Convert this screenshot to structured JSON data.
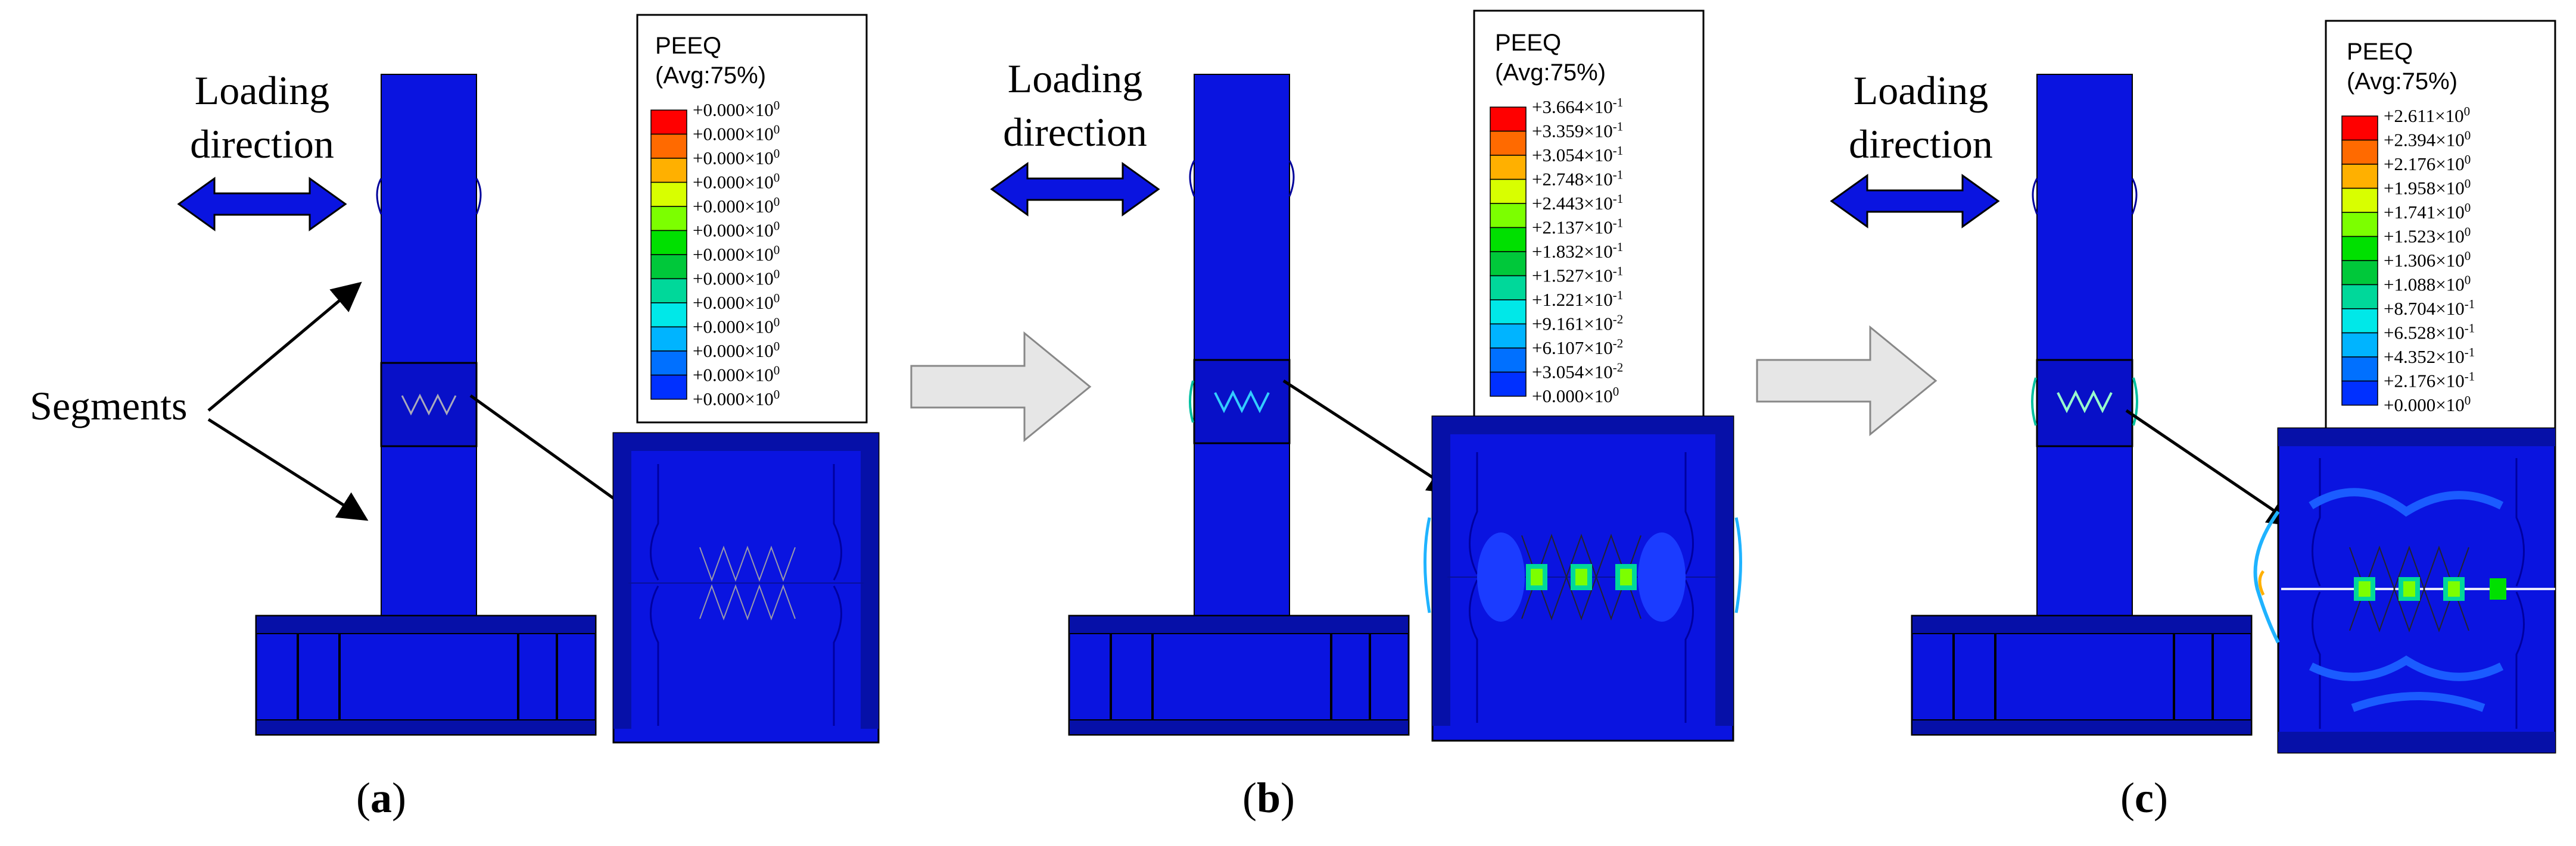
{
  "figure": {
    "annotations": {
      "loading_line1": "Loading",
      "loading_line2": "direction",
      "segments": "Segments"
    },
    "panels": [
      {
        "label_open": "(",
        "label_letter": "a",
        "label_close": ")",
        "legend_title": "PEEQ",
        "legend_subtitle": "(Avg:75%)",
        "legend_values": [
          "+0.000×10",
          "+0.000×10",
          "+0.000×10",
          "+0.000×10",
          "+0.000×10",
          "+0.000×10",
          "+0.000×10",
          "+0.000×10",
          "+0.000×10",
          "+0.000×10",
          "+0.000×10",
          "+0.000×10",
          "+0.000×10"
        ],
        "legend_exponents": [
          "0",
          "0",
          "0",
          "0",
          "0",
          "0",
          "0",
          "0",
          "0",
          "0",
          "0",
          "0",
          "0"
        ]
      },
      {
        "label_open": "(",
        "label_letter": "b",
        "label_close": ")",
        "legend_title": "PEEQ",
        "legend_subtitle": "(Avg:75%)",
        "legend_values": [
          "+3.664×10",
          "+3.359×10",
          "+3.054×10",
          "+2.748×10",
          "+2.443×10",
          "+2.137×10",
          "+1.832×10",
          "+1.527×10",
          "+1.221×10",
          "+9.161×10",
          "+6.107×10",
          "+3.054×10",
          "+0.000×10"
        ],
        "legend_exponents": [
          "-1",
          "-1",
          "-1",
          "-1",
          "-1",
          "-1",
          "-1",
          "-1",
          "-1",
          "-2",
          "-2",
          "-2",
          "0"
        ]
      },
      {
        "label_open": "(",
        "label_letter": "c",
        "label_close": ")",
        "legend_title": "PEEQ",
        "legend_subtitle": "(Avg:75%)",
        "legend_values": [
          "+2.611×10",
          "+2.394×10",
          "+2.176×10",
          "+1.958×10",
          "+1.741×10",
          "+1.523×10",
          "+1.306×10",
          "+1.088×10",
          "+8.704×10",
          "+6.528×10",
          "+4.352×10",
          "+2.176×10",
          "+0.000×10"
        ],
        "legend_exponents": [
          "0",
          "0",
          "0",
          "0",
          "0",
          "0",
          "0",
          "0",
          "-1",
          "-1",
          "-1",
          "-1",
          "0"
        ]
      }
    ],
    "colors": {
      "steel_blue": "#0a14e0",
      "steel_dark": "#0610a8",
      "arrow_grey": "#e6e6e6",
      "legend_scale": [
        "#ff0000",
        "#ff6a00",
        "#ffb000",
        "#d8ff00",
        "#7cff00",
        "#00e000",
        "#00c83a",
        "#00d89a",
        "#00e8e8",
        "#00b4ff",
        "#0070ff",
        "#0030ff"
      ]
    }
  }
}
